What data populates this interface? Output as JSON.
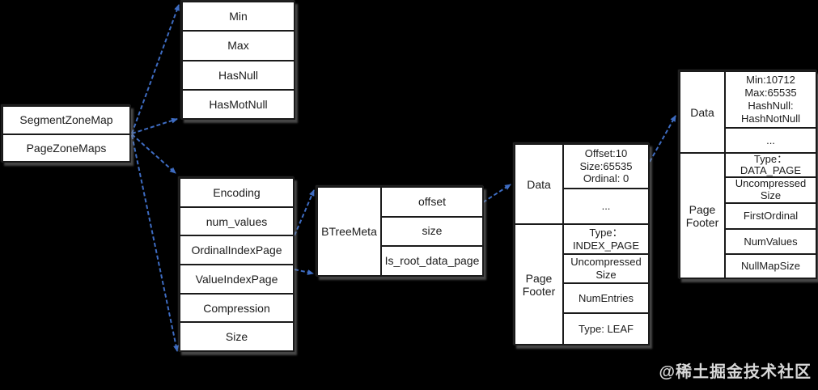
{
  "colors": {
    "background": "#000000",
    "box_fill": "#ffffff",
    "box_border": "#1a1a1a",
    "connector": "#3e6cc2",
    "watermark": "#d8d8d8"
  },
  "watermark": {
    "text": "@稀土掘金技术社区"
  },
  "segment_box": {
    "rows": [
      "SegmentZoneMap",
      "PageZoneMaps"
    ]
  },
  "zonemap_box": {
    "rows": [
      "Min",
      "Max",
      "HasNull",
      "HasMotNull"
    ]
  },
  "column_meta_box": {
    "rows": [
      "Encoding",
      "num_values",
      "OrdinalIndexPage",
      "ValueIndexPage",
      "Compression",
      "Size"
    ]
  },
  "btree_box": {
    "label": "BTreeMeta",
    "rows": [
      "offset",
      "size",
      "Is_root_data_page"
    ]
  },
  "index_page_box": {
    "data_label": "Data",
    "footer_label": "Page Footer",
    "cells": [
      "Offset:10\nSize:65535\nOrdinal: 0",
      "...",
      "Type：\nINDEX_PAGE",
      "Uncompressed\nSize",
      "NumEntries",
      "Type: LEAF"
    ]
  },
  "data_page_box": {
    "data_label": "Data",
    "footer_label": "Page Footer",
    "cells": [
      "Min:10712\nMax:65535\nHashNull:\nHashNotNull",
      "...",
      "Type：\nDATA_PAGE",
      "Uncompressed\nSize",
      "FirstOrdinal",
      "NumValues",
      "NullMapSize"
    ]
  }
}
